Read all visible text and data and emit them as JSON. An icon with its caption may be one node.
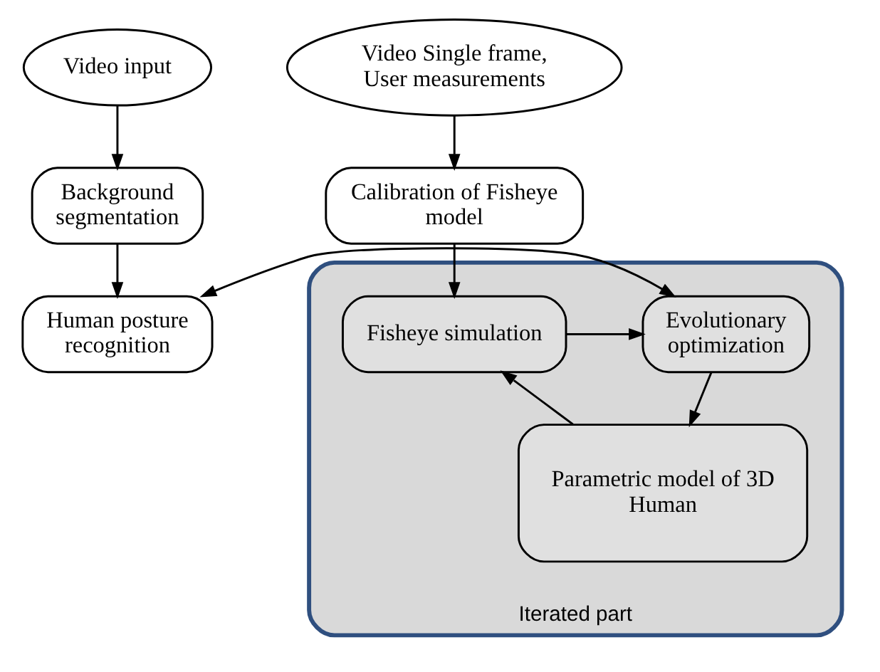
{
  "diagram": {
    "nodes": [
      {
        "text": [
          "Video input"
        ]
      },
      {
        "text": [
          "Background segmentation"
        ]
      },
      {
        "text": [
          "Human posture recognition"
        ]
      },
      {
        "text": [
          "Video Single frame, User measurements"
        ]
      },
      {
        "text": [
          "Calibration of Fisheye model"
        ]
      },
      {
        "text": [
          "Iterated part"
        ]
      },
      {
        "text": [
          "Evolutionary optimization"
        ],
        "in": 5
      },
      {
        "text": [
          "Fisheye simulation"
        ],
        "in": 5
      },
      {
        "text": [
          "Parametric model of 3D Human"
        ],
        "in": 5
      }
    ],
    "edges": [
      {
        "from": 0,
        "to": 1,
        "arrow": "to"
      },
      {
        "from": 1,
        "to": 2,
        "arrow": "to"
      },
      {
        "from": 2,
        "to": 6,
        "arrow": "both"
      },
      {
        "from": 3,
        "to": 4,
        "arrow": "to"
      },
      {
        "from": 4,
        "to": 7,
        "arrow": "to"
      },
      {
        "from": 7,
        "to": 6,
        "arrow": "to"
      },
      {
        "from": 8,
        "to": 7,
        "arrow": "to"
      },
      {
        "from": 6,
        "to": 8,
        "arrow": "to"
      }
    ]
  }
}
